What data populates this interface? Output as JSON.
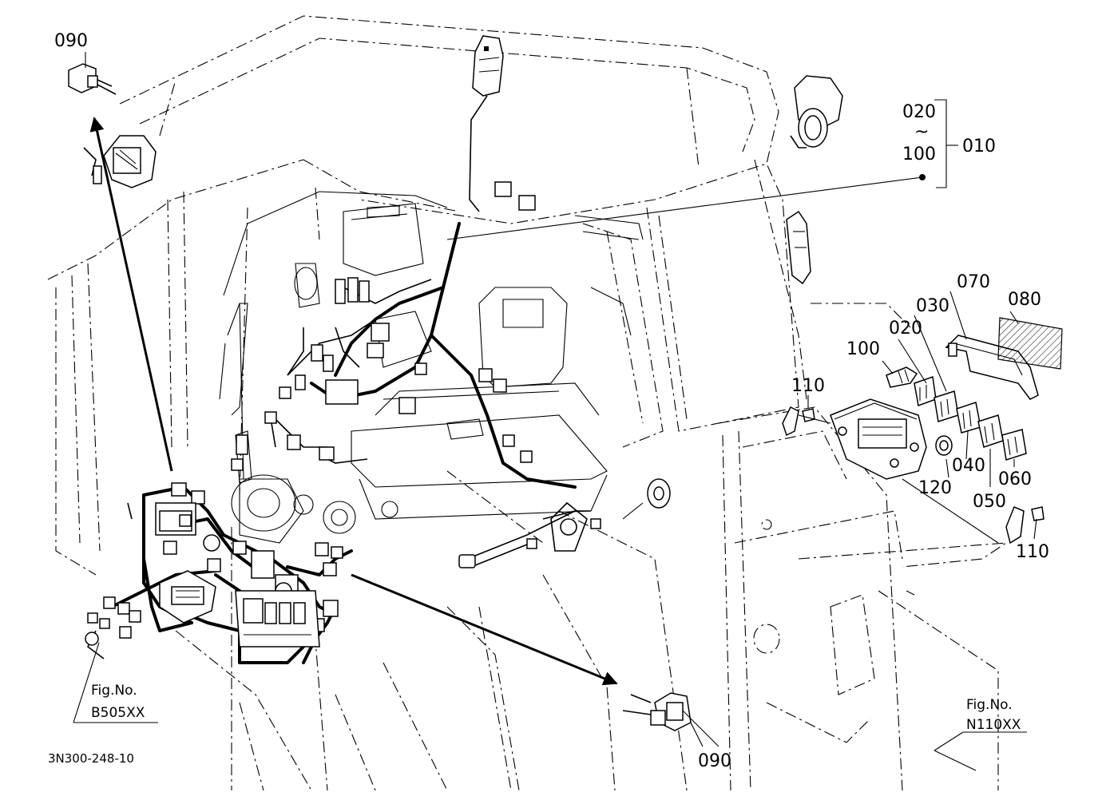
{
  "diagram": {
    "drawing_code": "3N300-248-10",
    "parts": {
      "p090_top": "090",
      "p090_bottom": "090",
      "p020_range_start": "020",
      "p_range_tilde": "~",
      "p100_range_end": "100",
      "p010_assembly": "010",
      "p070": "070",
      "p080": "080",
      "p030": "030",
      "p020": "020",
      "p100": "100",
      "p110_left": "110",
      "p110_right": "110",
      "p120": "120",
      "p040": "040",
      "p050": "050",
      "p060": "060"
    },
    "fig_refs": {
      "left_label": "Fig.No.",
      "left_code": "B505XX",
      "right_label": "Fig.No.",
      "right_code": "N110XX"
    }
  }
}
